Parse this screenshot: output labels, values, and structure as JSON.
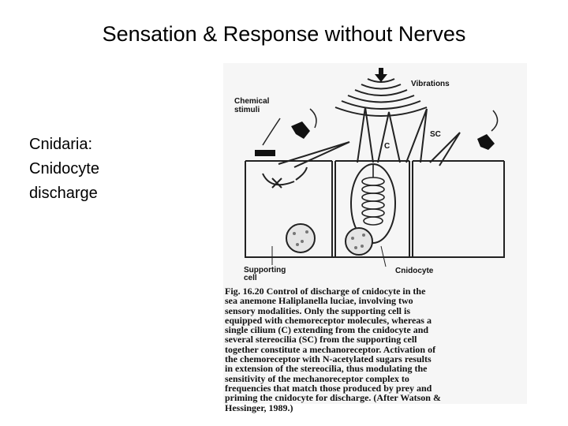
{
  "slide": {
    "title": "Sensation & Response without Nerves",
    "bullet_lines": [
      "Cnidaria:",
      "Cnidocyte",
      "discharge"
    ]
  },
  "figure": {
    "labels": {
      "vibrations": "Vibrations",
      "chemical_stimuli_1": "Chemical",
      "chemical_stimuli_2": "stimuli",
      "sc": "SC",
      "c": "C",
      "supporting_cell_1": "Supporting",
      "supporting_cell_2": "cell",
      "cnidocyte": "Cnidocyte"
    },
    "caption_lines": [
      "Fig. 16.20  Control of discharge of cnidocyte in the",
      "sea anemone Haliplanella luciae, involving two",
      "sensory modalities. Only the supporting cell is",
      "equipped with chemoreceptor molecules, whereas a",
      "single cilium (C) extending from the cnidocyte and",
      "several stereocilia (SC) from the supporting cell",
      "together constitute a mechanoreceptor. Activation of",
      "the chemoreceptor with N-acetylated sugars results",
      "in extension of the stereocilia, thus modulating the",
      "sensitivity of the mechanoreceptor complex to",
      "frequencies that match those produced by prey and",
      "priming the cnidocyte for discharge. (After Watson &",
      "Hessinger, 1989.)"
    ]
  }
}
